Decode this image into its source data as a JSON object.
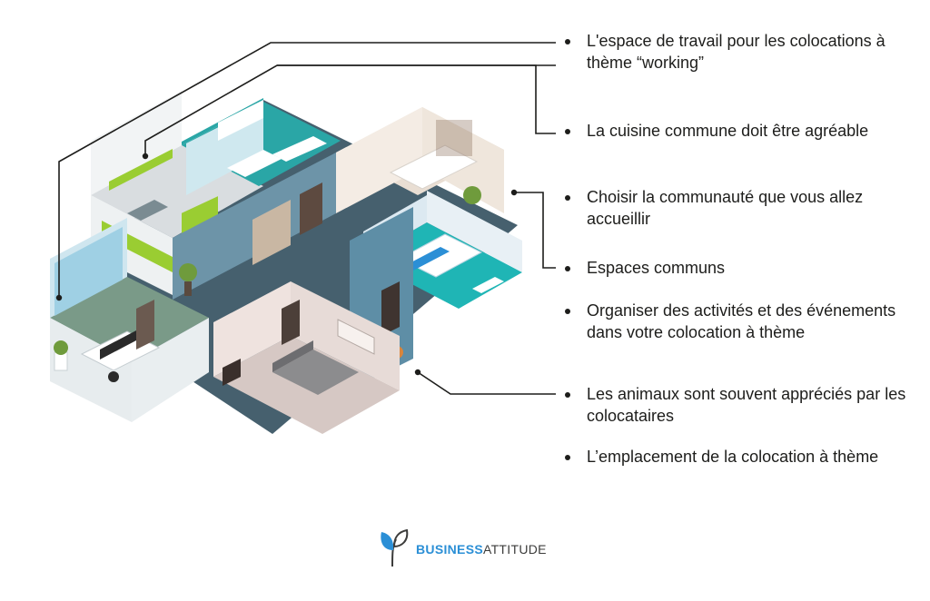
{
  "callouts": [
    {
      "text": "L'espace de travail pour les colocations à thème “working”"
    },
    {
      "text": "La cuisine commune doit être agréable"
    },
    {
      "text": "Choisir la communauté que vous allez accueillir"
    },
    {
      "text": "Espaces communs"
    },
    {
      "text": "Organiser des activités et des événements dans votre colocation à thème"
    },
    {
      "text": "Les animaux sont souvent appréciés par les colocataires"
    },
    {
      "text": "L’emplacement de la colocation à thème"
    }
  ],
  "logo": {
    "word1": "BUSINESS",
    "word2": "ATTITUDE",
    "brand_color": "#2b8fd6"
  },
  "colors": {
    "floor_dark": "#46606e",
    "teal": "#1fb5b5",
    "wall_blue": "#5e8ea6",
    "lime": "#9acd32",
    "leader": "#1d1d1b"
  }
}
